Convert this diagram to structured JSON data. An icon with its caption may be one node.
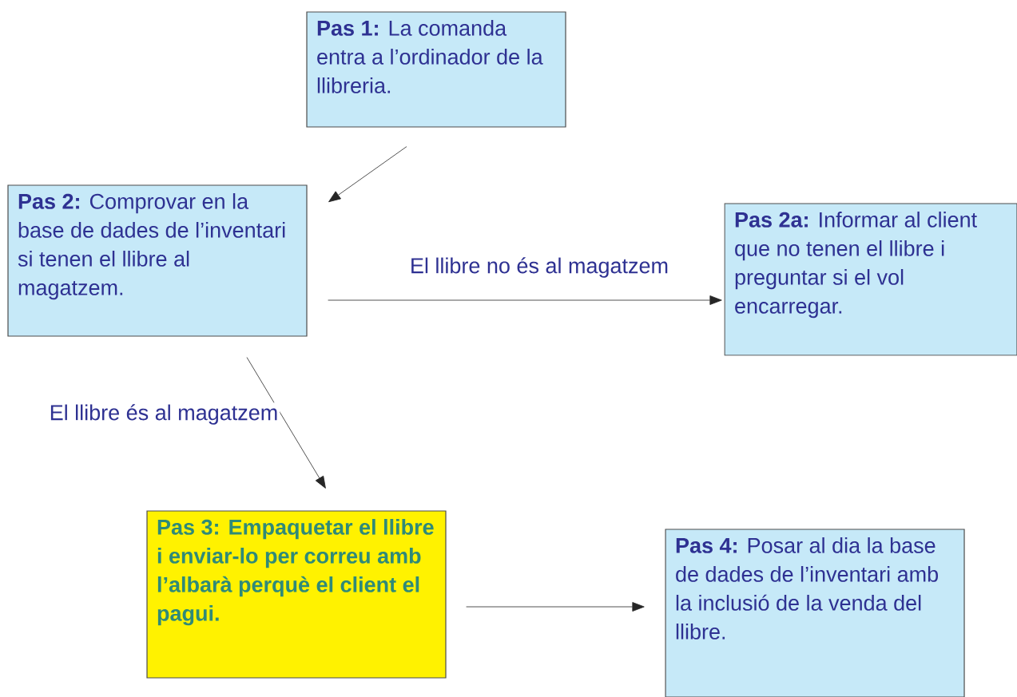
{
  "diagram": {
    "nodes": [
      {
        "text": [
          "**Pas 1:** La comanda entra a l’ordinador de la llibreria."
        ]
      },
      {
        "text": [
          "**Pas 2:** Comprovar en la base de dades de l’inventari si tenen el llibre al magatzem."
        ]
      },
      {
        "text": [
          "**Pas 2a:** Informar al client que no tenen el llibre i preguntar si el vol encarregar."
        ]
      },
      {
        "text": [
          "Pas 3:  Empaquetar el llibre i enviar-lo per correu amb l’albarà perquè el client el pagui."
        ]
      },
      {
        "text": [
          "**Pas 4:** Posar al dia la base de dades de l’inventari amb la inclusió de la venda del llibre."
        ]
      }
    ],
    "edges": [
      {
        "from": 0,
        "to": 1,
        "arrow": "to"
      },
      {
        "from": 1,
        "to": 2,
        "arrow": "to",
        "label": "El llibre no és al magatzem"
      },
      {
        "from": 1,
        "to": 3,
        "arrow": "to",
        "label": "El llibre és al magatzem"
      },
      {
        "from": 3,
        "to": 4,
        "arrow": "to"
      }
    ]
  }
}
